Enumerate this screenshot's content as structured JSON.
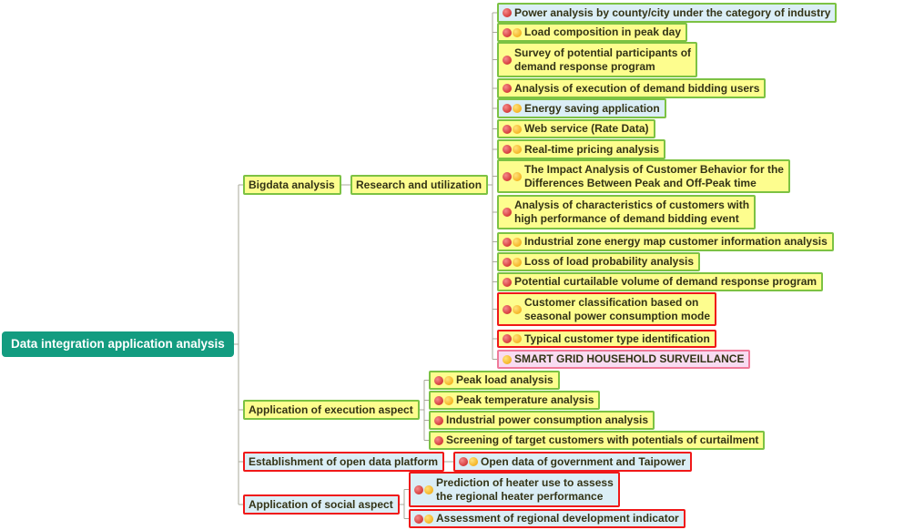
{
  "root": "Data integration application analysis",
  "branches": {
    "bigdata": {
      "label": "Bigdata analysis",
      "sub": "Research and utilization",
      "items": [
        "Power analysis by county/city under the category of industry",
        "Load composition in peak day",
        "Survey of potential participants of\ndemand response program",
        "Analysis of execution of demand bidding users",
        "Energy saving application",
        "Web service (Rate Data)",
        "Real-time pricing analysis",
        "The Impact Analysis of Customer Behavior for the\nDifferences Between Peak and Off-Peak time",
        "Analysis of characteristics of customers with\nhigh performance of demand bidding event",
        "Industrial zone energy map customer information analysis",
        "Loss of load probability analysis",
        "Potential curtailable volume of demand response program",
        "Customer classification based on\nseasonal power consumption mode",
        "Typical customer type identification",
        "SMART GRID HOUSEHOLD SURVEILLANCE"
      ]
    },
    "execution": {
      "label": "Application of execution aspect",
      "items": [
        "Peak load analysis",
        "Peak temperature analysis",
        "Industrial power consumption analysis",
        "Screening of target customers with potentials of curtailment"
      ]
    },
    "open": {
      "label": "Establishment of open data platform",
      "items": [
        "Open data of government and Taipower"
      ]
    },
    "social": {
      "label": "Application of social aspect",
      "items": [
        "Prediction of heater use to assess\nthe regional heater performance",
        "Assessment of regional development indicator"
      ]
    }
  },
  "colors": {
    "root": "#139c80",
    "node_fill": "#fdfd8e",
    "blue_fill": "#dbeef6",
    "green_border": "#7cc243",
    "red_border": "#f01818"
  }
}
